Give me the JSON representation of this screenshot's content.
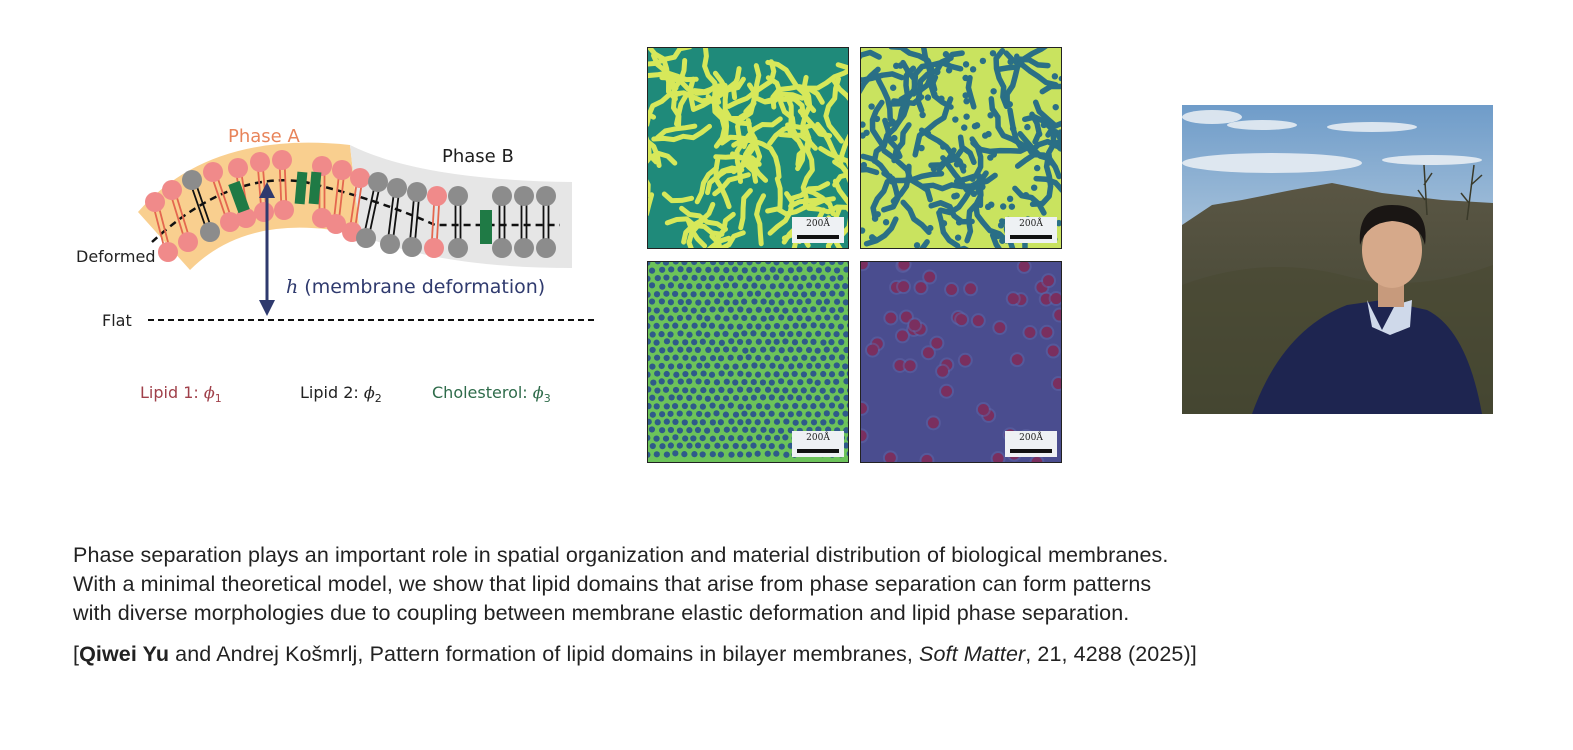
{
  "diagram": {
    "phase_a_label": "Phase A",
    "phase_b_label": "Phase B",
    "deformed_label": "Deformed",
    "flat_label": "Flat",
    "h_symbol": "h",
    "h_description": "(membrane deformation)",
    "legend": [
      {
        "name": "Lipid 1: ",
        "symbol": "ϕ",
        "index": "1",
        "color": "#a0404a"
      },
      {
        "name": "Lipid 2: ",
        "symbol": "ϕ",
        "index": "2",
        "color": "#222222"
      },
      {
        "name": "Cholesterol: ",
        "symbol": "ϕ",
        "index": "3",
        "color": "#2e6b4a"
      }
    ],
    "colors": {
      "phase_a_band": "#f9cf8f",
      "phase_b_band": "#e6e6e6",
      "lipid1": "#f08a8a",
      "lipid2": "#8c8c8c",
      "cholesterol": "#1f7a45",
      "arrow": "#2f3a6e"
    }
  },
  "simulations": [
    {
      "pattern": "labyrinth-stripes",
      "scale_label": "200Å",
      "background": "#1f8a7a",
      "domain": "#d7e85a"
    },
    {
      "pattern": "mixed-stripes-dots",
      "scale_label": "200Å",
      "background": "#c9e35f",
      "domain": "#2a6f86"
    },
    {
      "pattern": "hexagonal-dots",
      "scale_label": "200Å",
      "background": "#6cc35a",
      "domain": "#2f5a8a"
    },
    {
      "pattern": "sparse-droplets",
      "scale_label": "200Å",
      "background": "#4a4d8f",
      "domain": "#7a2f5f"
    }
  ],
  "photo": {
    "subject": "portrait-outdoors",
    "sky": "#9fbedc",
    "hills": "#4c4a3a",
    "sweater": "#1e2550"
  },
  "abstract": {
    "lines": [
      "Phase separation plays an important role in spatial organization and material distribution of biological membranes.",
      "With a minimal theoretical model, we show that lipid domains that arise from phase separation can form patterns",
      "with diverse morphologies due to coupling between membrane elastic deformation and lipid phase separation."
    ]
  },
  "citation": {
    "open": "[",
    "author_bold": "Qiwei Yu",
    "authors_rest": " and Andrej Košmrlj, Pattern formation of lipid domains in bilayer membranes, ",
    "journal": "Soft Matter",
    "details": ", 21, 4288 (2025)]"
  }
}
